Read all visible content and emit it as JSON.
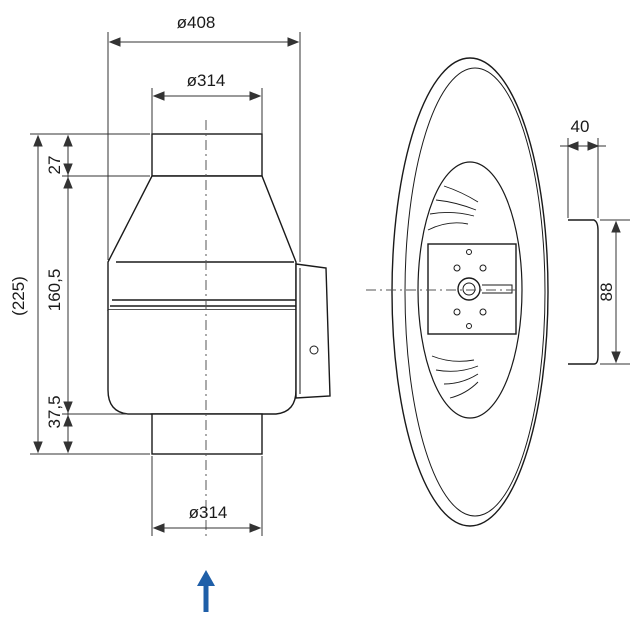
{
  "dimensions": {
    "top_outer_diameter": "ø408",
    "top_inlet_diameter": "ø314",
    "bottom_outlet_diameter": "ø314",
    "overall_height": "(225)",
    "top_collar_height": "27",
    "body_height": "160,5",
    "bottom_collar_height": "37,5",
    "side_depth": "40",
    "side_box_height": "88"
  },
  "colors": {
    "line": "#1a1a1a",
    "dim_line": "#333333",
    "airflow_arrow": "#1f5fa8"
  },
  "icons": {
    "airflow": "arrow-up-icon"
  }
}
